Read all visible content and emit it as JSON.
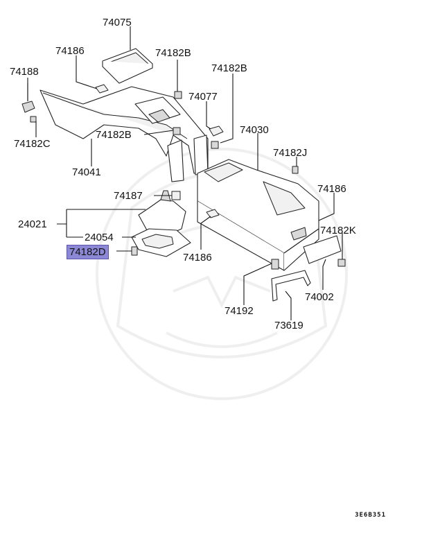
{
  "diagram": {
    "parts": [
      {
        "id": "74075",
        "label": "74075",
        "highlighted": false
      },
      {
        "id": "74186a",
        "label": "74186",
        "highlighted": false
      },
      {
        "id": "74182B_a",
        "label": "74182B",
        "highlighted": false
      },
      {
        "id": "74182B_b",
        "label": "74182B",
        "highlighted": false
      },
      {
        "id": "74188",
        "label": "74188",
        "highlighted": false
      },
      {
        "id": "74077",
        "label": "74077",
        "highlighted": false
      },
      {
        "id": "74182C",
        "label": "74182C",
        "highlighted": false
      },
      {
        "id": "74182B_c",
        "label": "74182B",
        "highlighted": false
      },
      {
        "id": "74030",
        "label": "74030",
        "highlighted": false
      },
      {
        "id": "74041",
        "label": "74041",
        "highlighted": false
      },
      {
        "id": "74182J",
        "label": "74182J",
        "highlighted": false
      },
      {
        "id": "74187",
        "label": "74187",
        "highlighted": false
      },
      {
        "id": "74186b",
        "label": "74186",
        "highlighted": false
      },
      {
        "id": "24021",
        "label": "24021",
        "highlighted": false
      },
      {
        "id": "24054",
        "label": "24054",
        "highlighted": false
      },
      {
        "id": "74182K",
        "label": "74182K",
        "highlighted": false
      },
      {
        "id": "74182D",
        "label": "74182D",
        "highlighted": true
      },
      {
        "id": "74186c",
        "label": "74186",
        "highlighted": false
      },
      {
        "id": "74192",
        "label": "74192",
        "highlighted": false
      },
      {
        "id": "74002",
        "label": "74002",
        "highlighted": false
      },
      {
        "id": "73619",
        "label": "73619",
        "highlighted": false
      }
    ],
    "diagram_code": "3E6B351",
    "highlight_color": "#8d88d6"
  }
}
